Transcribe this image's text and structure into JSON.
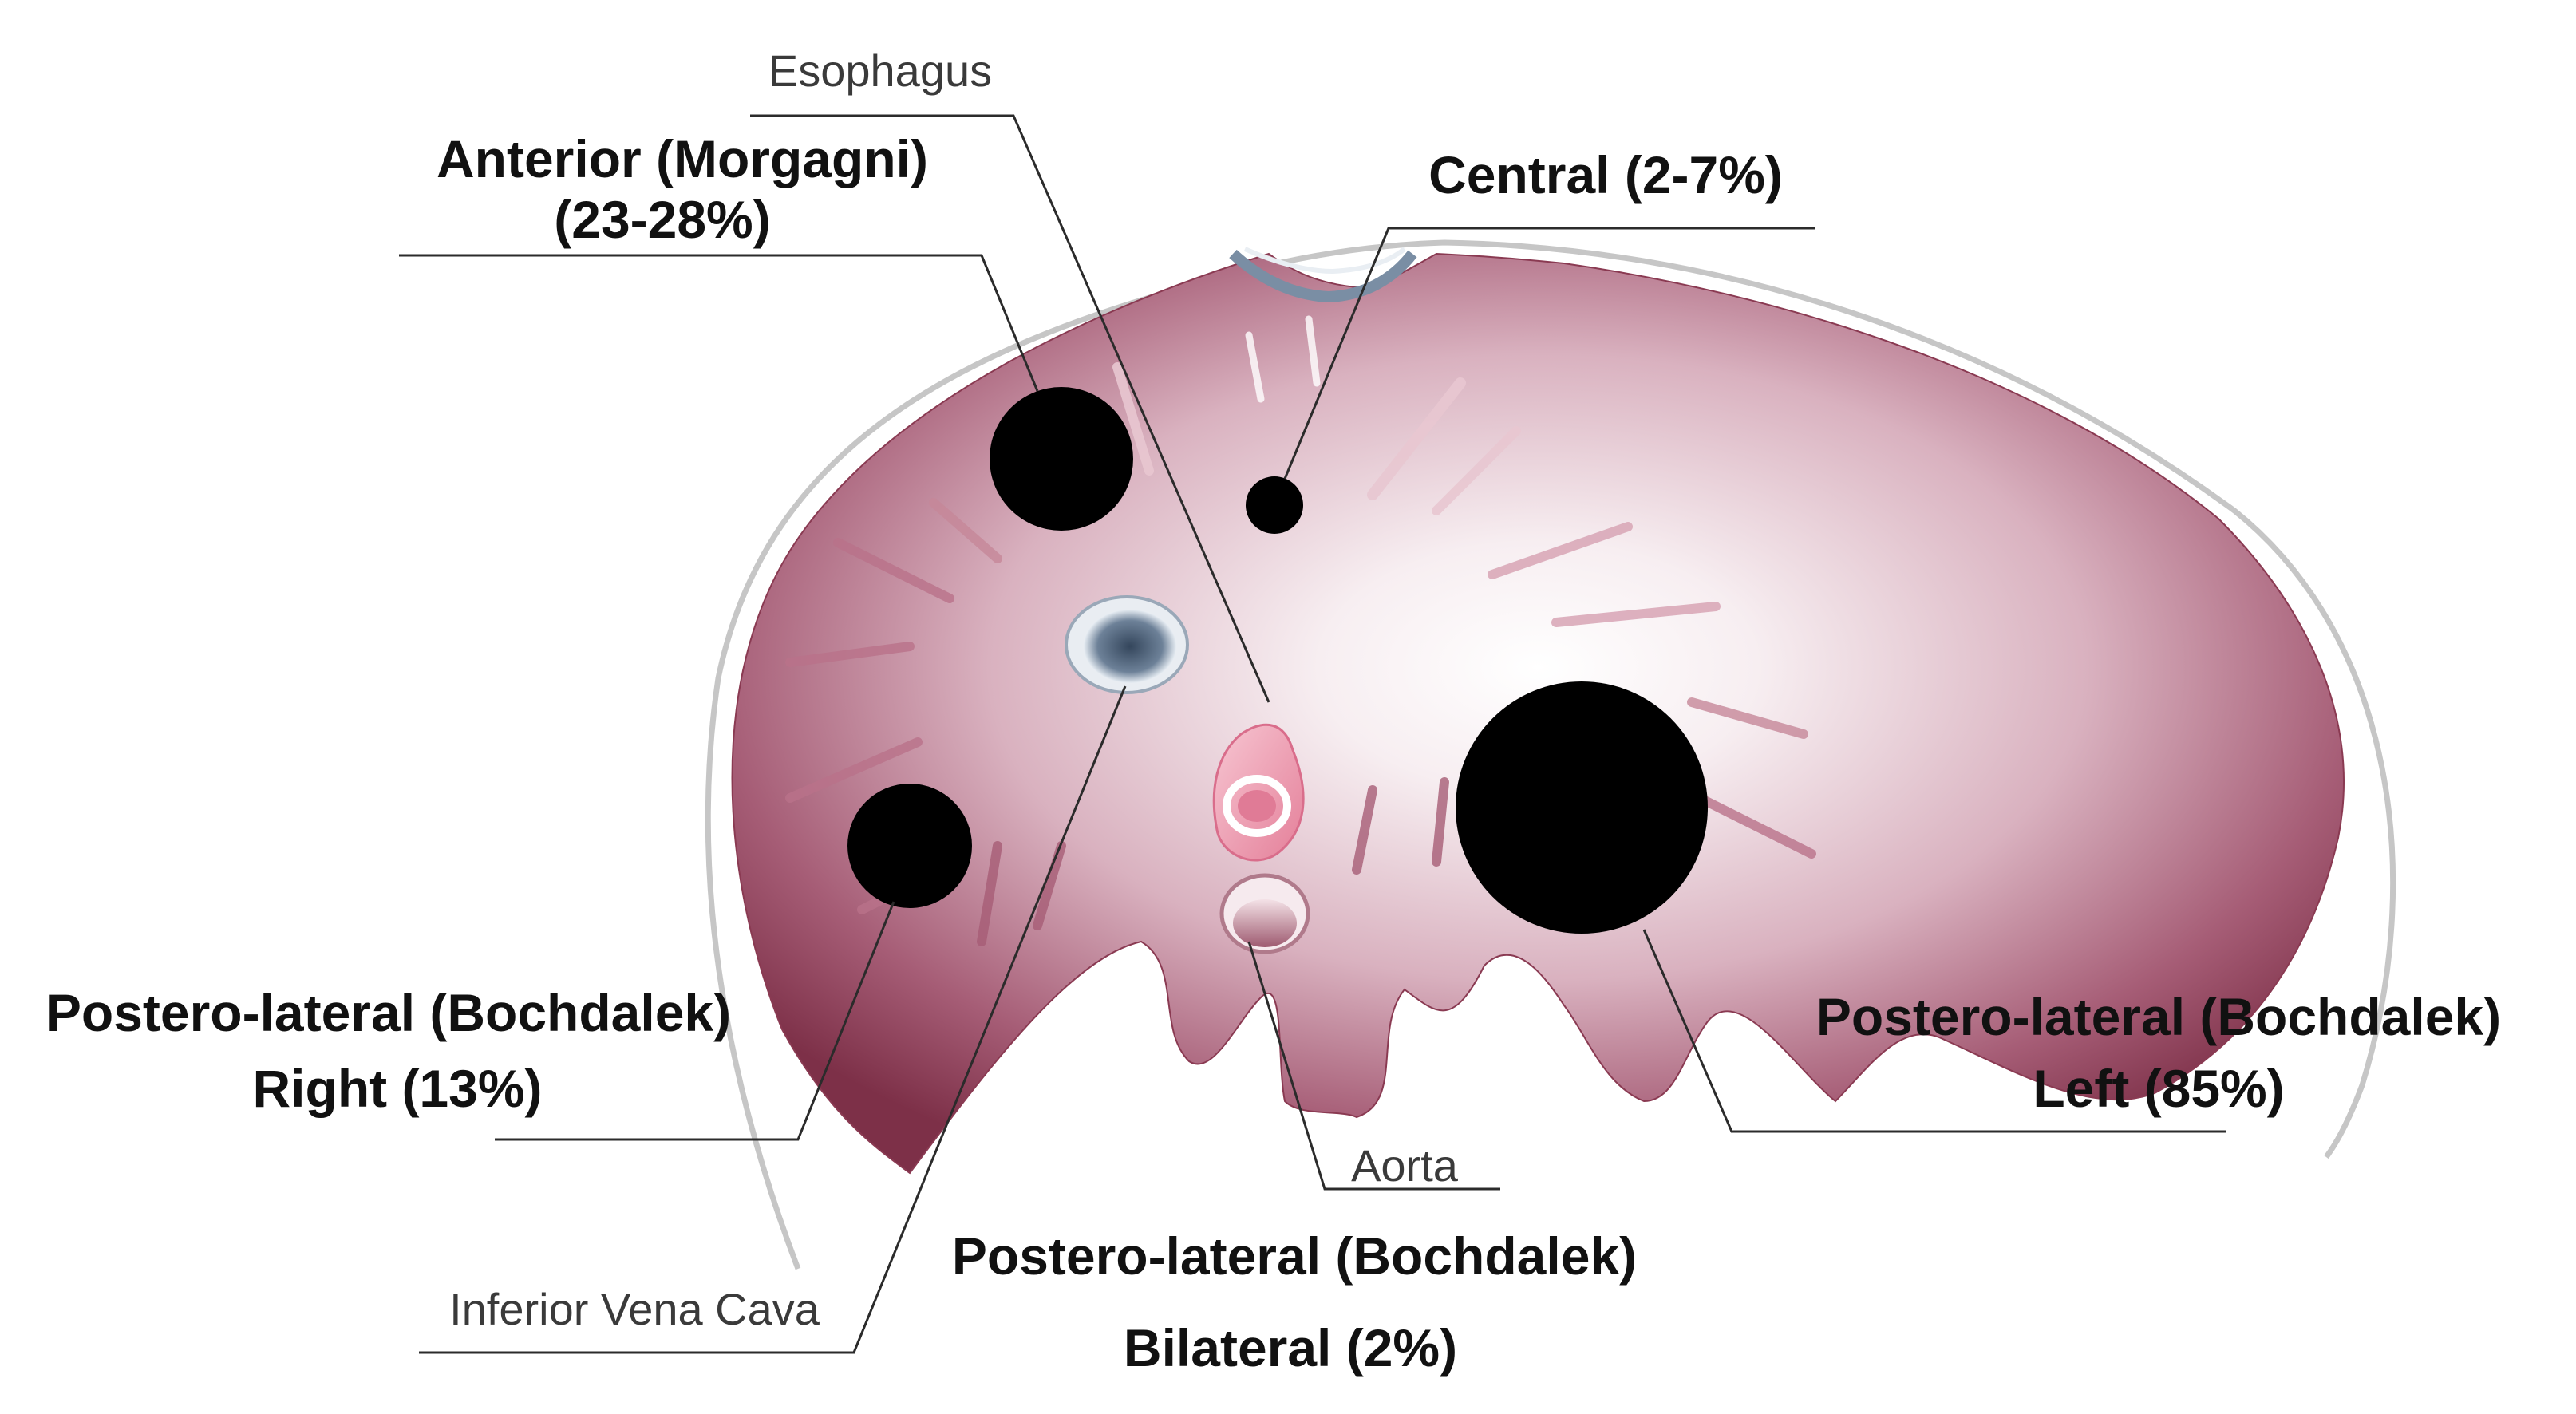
{
  "labels": {
    "esophagus": "Esophagus",
    "anterior_line1": "Anterior (Morgagni)",
    "anterior_line2": "(23-28%)",
    "central": "Central (2-7%)",
    "right_line1": "Postero-lateral (Bochdalek)",
    "right_line2": "Right (13%)",
    "left_line1": "Postero-lateral (Bochdalek)",
    "left_line2": "Left (85%)",
    "aorta": "Aorta",
    "bilateral_line1": "Postero-lateral (Bochdalek)",
    "bilateral_line2": "Bilateral (2%)",
    "ivc": "Inferior Vena Cava"
  },
  "colors": {
    "diaphragm_edge": "#8a3a52",
    "diaphragm_center": "#ffffff",
    "hernia_defect": "#000000",
    "aorta_ring": "#c98f9e",
    "esophagus_pink": "#ef9fb3",
    "ivc_blue": "#5c6f86",
    "outline": "#c8c8c8"
  },
  "icons": {
    "diaphragm": "diaphragm-illustration",
    "defect": "hernia-defect-circle"
  }
}
